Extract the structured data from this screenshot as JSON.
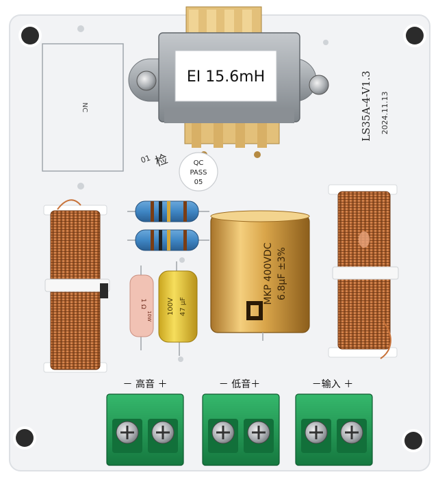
{
  "board": {
    "model": "LS35A-4-V1.3",
    "date": "2024.11.13",
    "nc_label": "NC",
    "qc_label": "QC",
    "pass_label": "PASS",
    "qc_number": "05",
    "inspect_mark": "检",
    "inspect_number": "01"
  },
  "inductor": {
    "label": "EI 15.6mH"
  },
  "capacitors": {
    "film_line1": "MKP 400VDC",
    "film_line2": "6.8µF ±3%",
    "elec_volt": "100V",
    "elec_value": "47 µF"
  },
  "resistor": {
    "value": "1 Ω",
    "power": "10W"
  },
  "terminals": [
    {
      "label": "－ 高音 ＋"
    },
    {
      "label": "－ 低音＋"
    },
    {
      "label": "－输入 ＋"
    }
  ],
  "colors": {
    "pcb": "#f2f3f5",
    "copper": "#c8733a",
    "terminal_green": "#1f9e55",
    "transformer_gray": "#9aa0a6",
    "film_gold": "#d9a54a",
    "elec_yellow": "#e8c93a",
    "resistor_blue": "#3f86c4"
  }
}
